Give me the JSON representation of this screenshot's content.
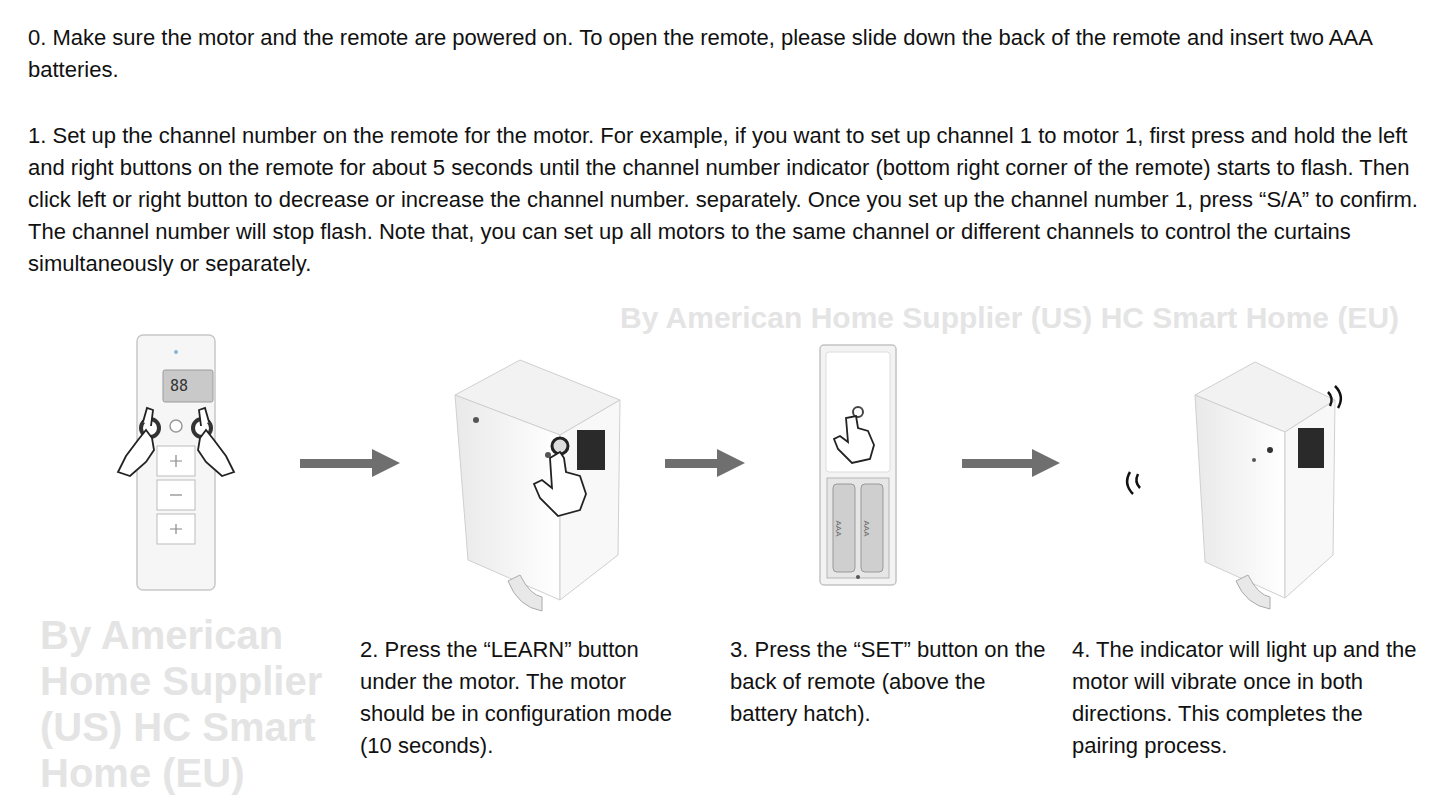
{
  "diagram": {
    "labels": [
      "0. Make sure the motor and the remote are powered on. To open the remote, please slide down the back of the remote and insert two AAA batteries.",
      "1. Set up the channel number on the remote for the motor. For example, if you want to set up channel 1 to motor 1, first press and hold the left and right buttons on the remote for about 5 seconds until the channel number indicator (bottom right corner of the remote) starts to flash. Then click left or right button to decrease or increase the channel number. separately. Once you set up the channel number 1, press “S/A” to confirm. The channel number will stop flash. Note that, you can set up all motors to the same channel or different channels to control the curtains simultaneously or separately.",
      "2. Press the “LEARN” button under the motor. The motor should be in configuration mode (10 seconds).",
      "3. Press the “SET” button on the back of remote (above the battery hatch).",
      "4. The indicator will light up and the motor will vibrate once in both directions. This completes the pairing process.",
      "88",
      "AAA",
      "AAA",
      "By American Home Supplier (US) HC Smart Home (EU)",
      "By American Home Supplier (US) HC Smart Home (EU)"
    ]
  }
}
